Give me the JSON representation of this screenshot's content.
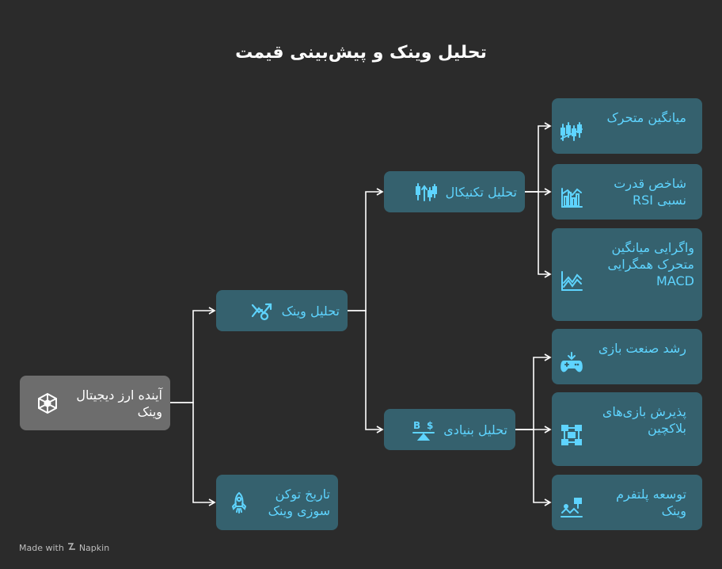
{
  "title": "تحلیل وینک و پیش‌بینی قیمت",
  "colors": {
    "background": "#2b2b2b",
    "node": "#35616e",
    "root_node": "#6d6d6d",
    "node_text": "#5ed4ff",
    "root_text": "#ffffff",
    "connector": "#ffffff"
  },
  "nodes": {
    "root": {
      "label": "آینده ارز دیجیتال وینک",
      "icon": "network-icon"
    },
    "wink_analysis": {
      "label": "تحلیل وینک",
      "icon": "chart-arrow-icon"
    },
    "burn_history": {
      "label": "تاریخ توکن سوزی وینک",
      "icon": "rocket-icon"
    },
    "technical": {
      "label": "تحلیل تکنیکال",
      "icon": "candlestick-icon"
    },
    "fundamental": {
      "label": "تحلیل بنیادی",
      "icon": "balance-scale-icon"
    },
    "moving_average": {
      "label": "میانگین متحرک",
      "icon": "candlestick-icon"
    },
    "rsi": {
      "label": "شاخص قدرت نسبی RSI",
      "icon": "bar-chart-icon"
    },
    "macd": {
      "label": "واگرایی میانگین متحرک همگرایی MACD",
      "icon": "line-chart-icon"
    },
    "gaming_growth": {
      "label": "رشد صنعت بازی",
      "icon": "gamepad-icon"
    },
    "blockchain_games": {
      "label": "پذیرش بازی‌های بلاکچین",
      "icon": "blocks-icon"
    },
    "platform_dev": {
      "label": "توسعه پلتفرم وینک",
      "icon": "platform-icon"
    }
  },
  "footer": {
    "text": "Made with",
    "brand": "Napkin"
  }
}
